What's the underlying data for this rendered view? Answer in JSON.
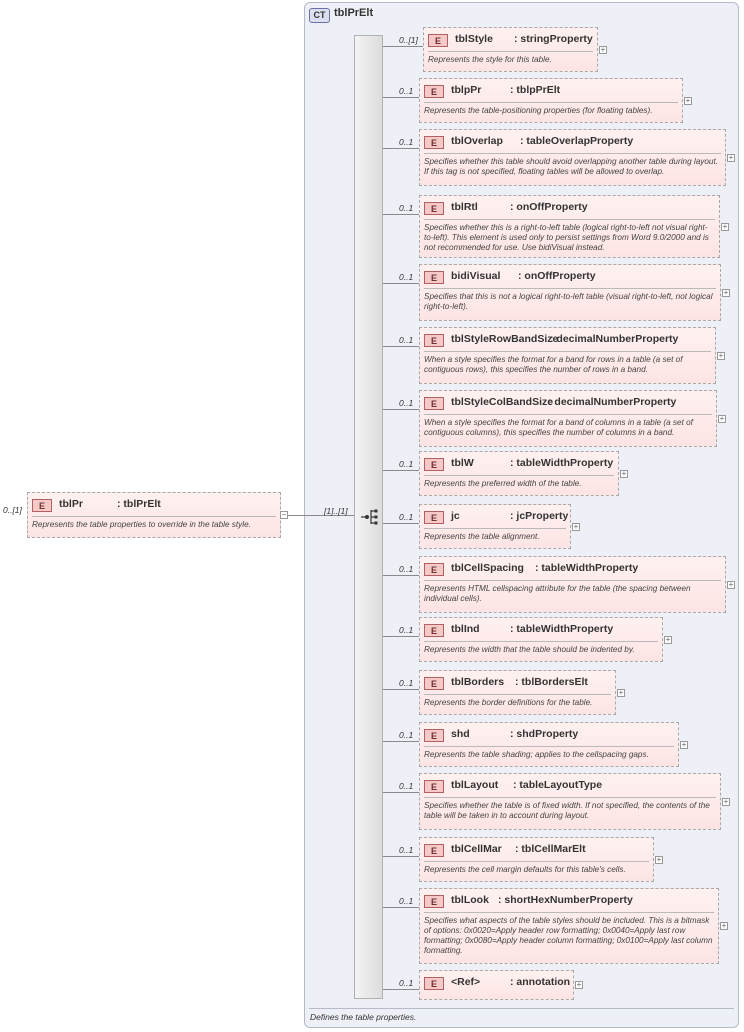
{
  "complex_type": {
    "badge": "CT",
    "name": "tblPrElt",
    "documentation": "Defines the table properties."
  },
  "root": {
    "occurrence": "0..[1]",
    "badge": "E",
    "name": "tblPr",
    "type": ": tblPrElt",
    "documentation": "Represents the table properties to override in the table style.",
    "collapse_symbol": "−"
  },
  "sequence": {
    "occurrence": "[1]..[1]"
  },
  "elements": [
    {
      "occurrence": "0..[1]",
      "badge": "E",
      "name": "tblStyle",
      "type": ": stringProperty",
      "documentation": "Represents the style for this table.",
      "expand_symbol": "+"
    },
    {
      "occurrence": "0..1",
      "badge": "E",
      "name": "tblpPr",
      "type": ": tblpPrElt",
      "documentation": "Represents the table-positioning properties (for floating tables).",
      "expand_symbol": "+"
    },
    {
      "occurrence": "0..1",
      "badge": "E",
      "name": "tblOverlap",
      "type": ": tableOverlapProperty",
      "documentation": "Specifies whether this table should avoid overlapping another table during layout. If this tag is not specified, floating tables will be allowed to overlap.",
      "expand_symbol": "+"
    },
    {
      "occurrence": "0..1",
      "badge": "E",
      "name": "tblRtl",
      "type": ": onOffProperty",
      "documentation": "Specifies whether this is a right-to-left table (logical right-to-left not visual right-to-left). This element is used only to persist settings from Word 9.0/2000 and is not recommended for use. Use bidiVisual instead.",
      "expand_symbol": "+"
    },
    {
      "occurrence": "0..1",
      "badge": "E",
      "name": "bidiVisual",
      "type": ": onOffProperty",
      "documentation": "Specifies that this is not a logical right-to-left table (visual right-to-left, not logical right-to-left).",
      "expand_symbol": "+"
    },
    {
      "occurrence": "0..1",
      "badge": "E",
      "name": "tblStyleRowBandSize",
      "type": ": decimalNumberProperty",
      "documentation": "When a style specifies the format for a band for rows in a table (a set of contiguous rows), this specifies the number of rows in a band.",
      "expand_symbol": "+"
    },
    {
      "occurrence": "0..1",
      "badge": "E",
      "name": "tblStyleColBandSize",
      "type": ": decimalNumberProperty",
      "documentation": "When a style specifies the format for a band of columns in a table (a set of contiguous columns), this specifies the number of columns in a band.",
      "expand_symbol": "+"
    },
    {
      "occurrence": "0..1",
      "badge": "E",
      "name": "tblW",
      "type": ": tableWidthProperty",
      "documentation": "Represents the preferred width of the table.",
      "expand_symbol": "+"
    },
    {
      "occurrence": "0..1",
      "badge": "E",
      "name": "jc",
      "type": ": jcProperty",
      "documentation": "Represents the table alignment.",
      "expand_symbol": "+"
    },
    {
      "occurrence": "0..1",
      "badge": "E",
      "name": "tblCellSpacing",
      "type": ": tableWidthProperty",
      "documentation": "Represents HTML cellspacing attribute for the table (the spacing between individual cells).",
      "expand_symbol": "+"
    },
    {
      "occurrence": "0..1",
      "badge": "E",
      "name": "tblInd",
      "type": ": tableWidthProperty",
      "documentation": "Represents the width that the table should be indented by.",
      "expand_symbol": "+"
    },
    {
      "occurrence": "0..1",
      "badge": "E",
      "name": "tblBorders",
      "type": ": tblBordersElt",
      "documentation": "Represents the border definitions for the table.",
      "expand_symbol": "+"
    },
    {
      "occurrence": "0..1",
      "badge": "E",
      "name": "shd",
      "type": ": shdProperty",
      "documentation": "Represents the table shading; applies to the cellspacing gaps.",
      "expand_symbol": "+"
    },
    {
      "occurrence": "0..1",
      "badge": "E",
      "name": "tblLayout",
      "type": ": tableLayoutType",
      "documentation": "Specifies whether the table is of fixed width. If not specified, the contents of the table will be taken in to account during layout.",
      "expand_symbol": "+"
    },
    {
      "occurrence": "0..1",
      "badge": "E",
      "name": "tblCellMar",
      "type": ": tblCellMarElt",
      "documentation": "Represents the cell margin defaults for this table's cells.",
      "expand_symbol": "+"
    },
    {
      "occurrence": "0..1",
      "badge": "E",
      "name": "tblLook",
      "type": ": shortHexNumberProperty",
      "documentation": "Specifies what aspects of the table styles should be included. This is a bitmask of options: 0x0020=Apply header row formatting; 0x0040=Apply last row formatting; 0x0080=Apply header column formatting; 0x0100=Apply last column formatting.",
      "expand_symbol": "+"
    },
    {
      "occurrence": "0..1",
      "badge": "E",
      "name": "<Ref>",
      "type": ": annotation",
      "documentation": "",
      "expand_symbol": "+"
    }
  ]
}
